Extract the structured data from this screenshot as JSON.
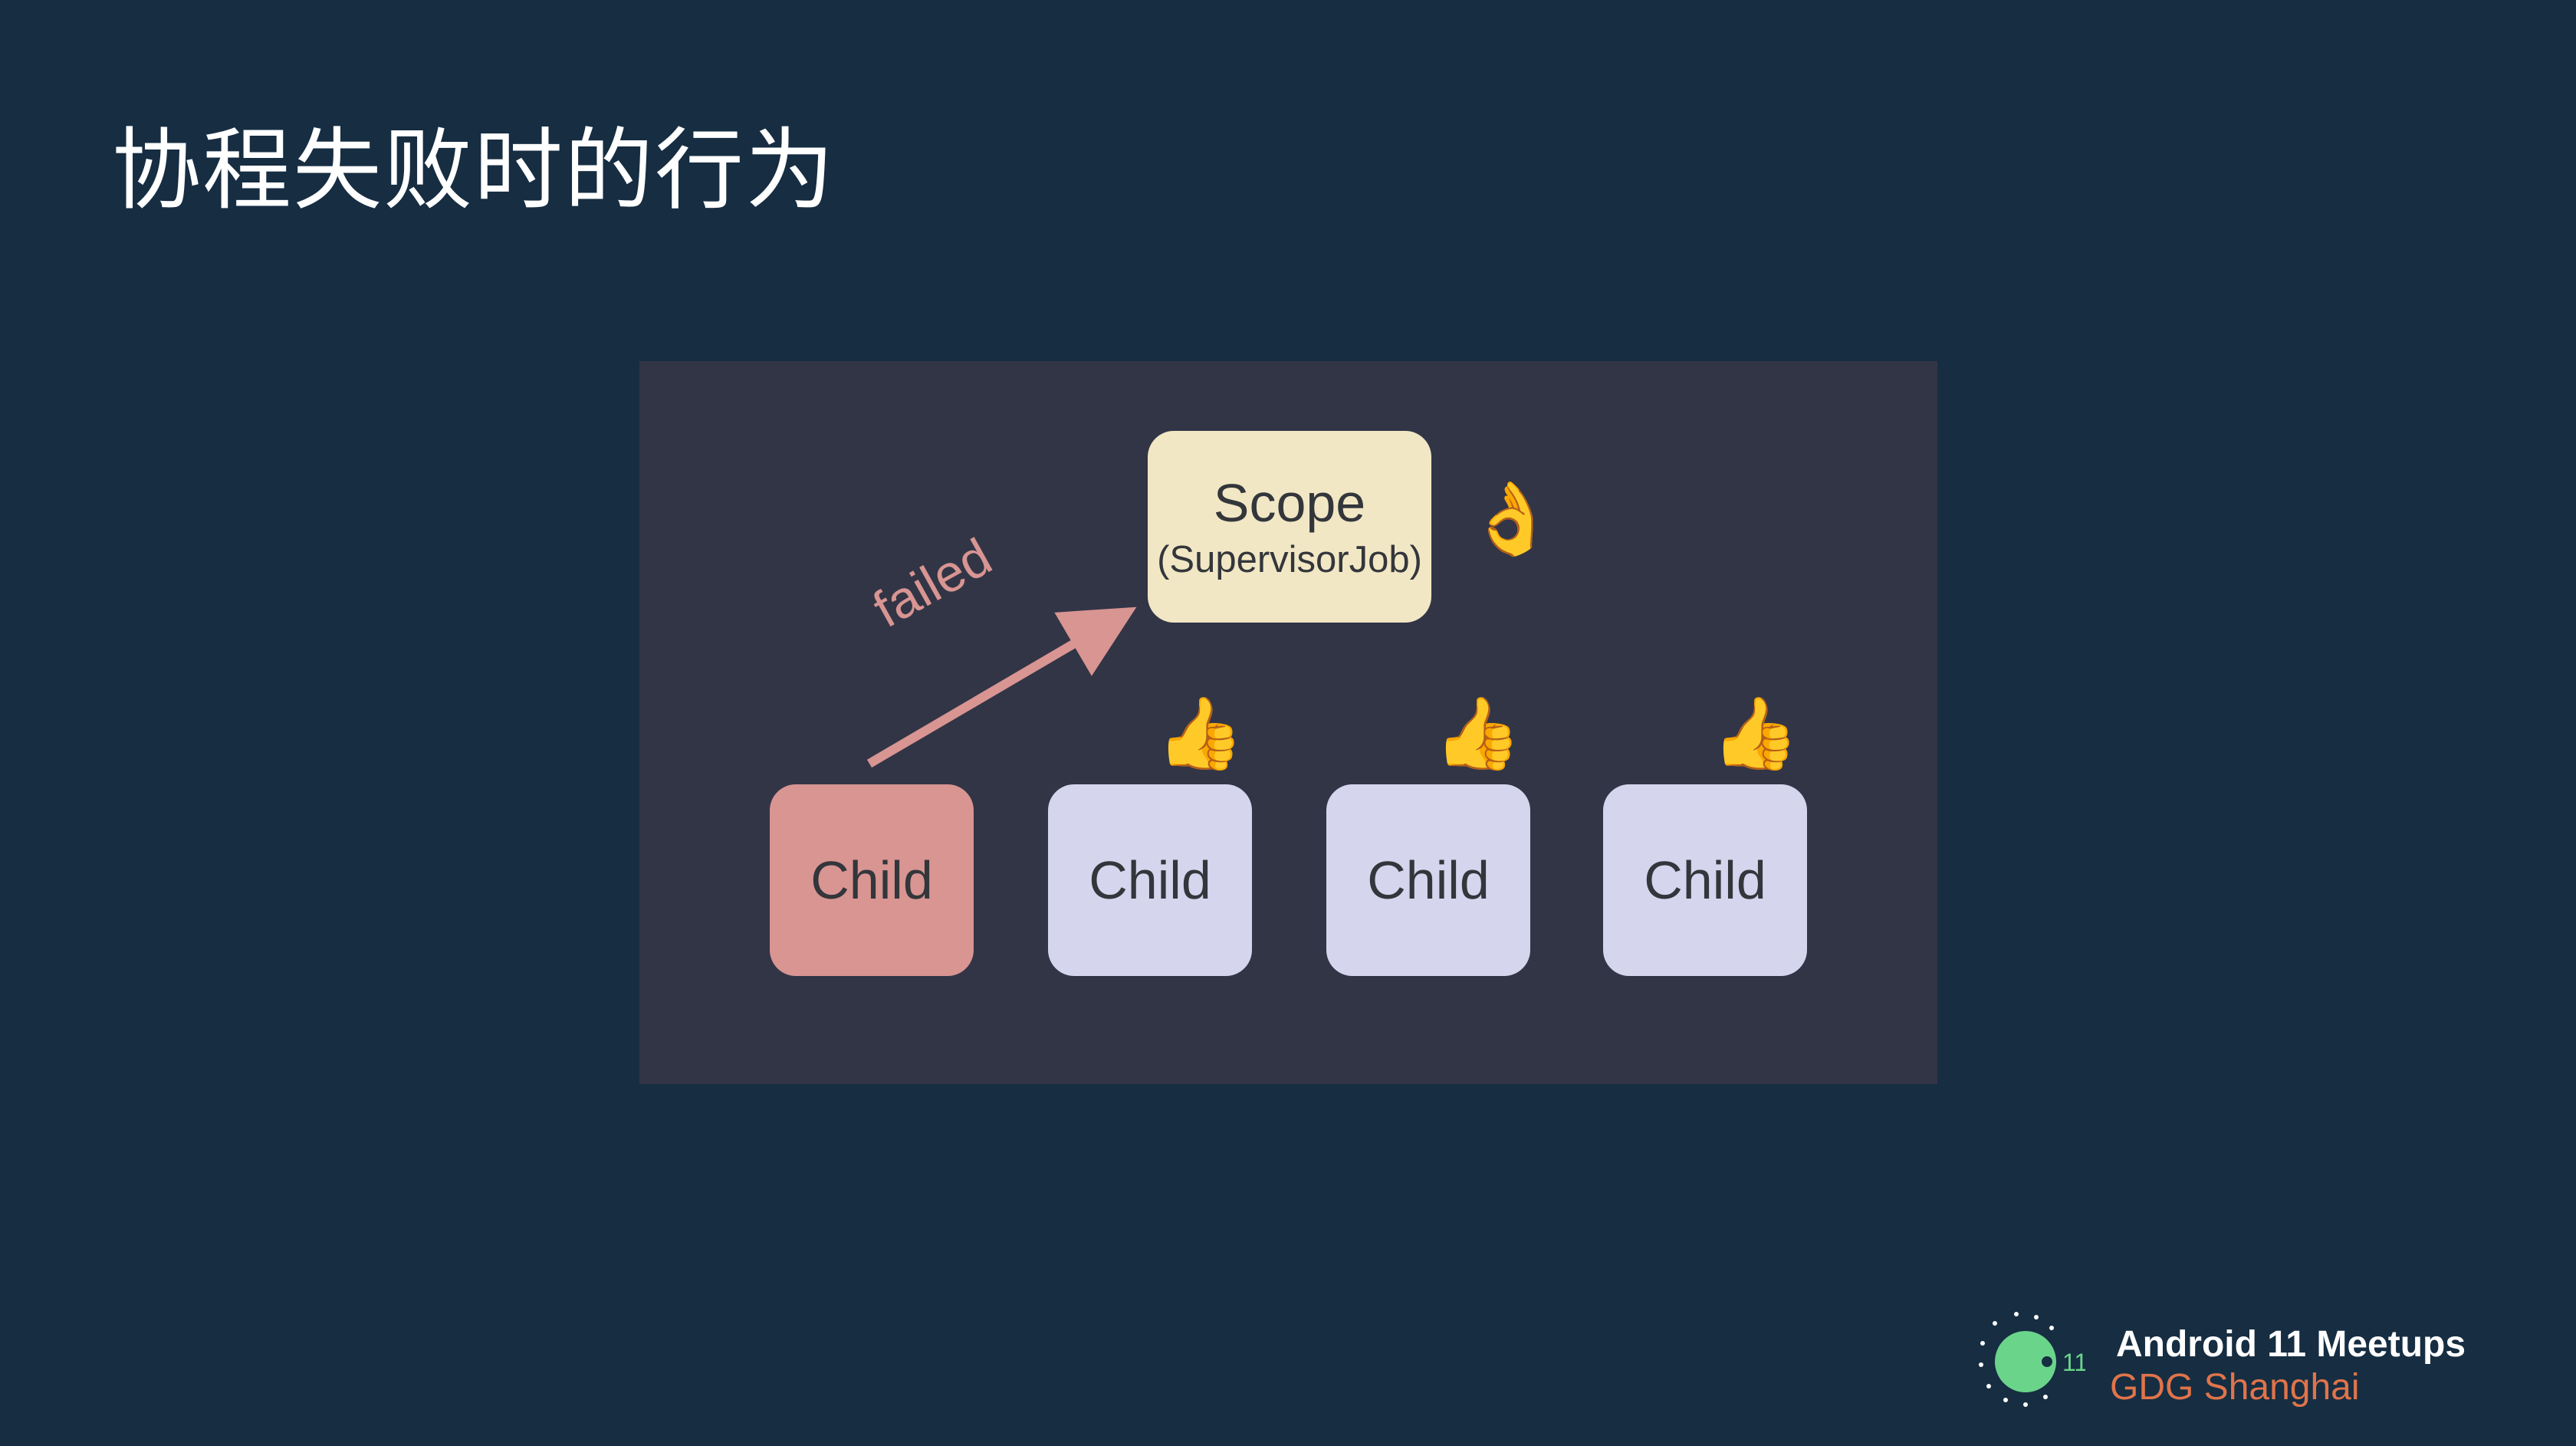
{
  "title": "协程失败时的行为",
  "diagram": {
    "scope": {
      "title": "Scope",
      "subtitle": "(SupervisorJob)",
      "status_icon": "ok-hand-icon"
    },
    "children": [
      {
        "label": "Child",
        "state": "failed"
      },
      {
        "label": "Child",
        "state": "ok",
        "status_icon": "thumbs-up-icon"
      },
      {
        "label": "Child",
        "state": "ok",
        "status_icon": "thumbs-up-icon"
      },
      {
        "label": "Child",
        "state": "ok",
        "status_icon": "thumbs-up-icon"
      }
    ],
    "edge": {
      "from": "child-1",
      "to": "scope",
      "label": "failed"
    },
    "colors": {
      "background": "#162d42",
      "panel": "#323546",
      "scope": "#f1e7c4",
      "child_ok": "#d6d5ee",
      "child_failed": "#d89592",
      "arrow": "#d89592"
    }
  },
  "branding": {
    "title": "Android 11 Meetups",
    "subtitle": "GDG Shanghai",
    "logo_number": "11",
    "logo_icon": "android-11-logo-icon"
  }
}
